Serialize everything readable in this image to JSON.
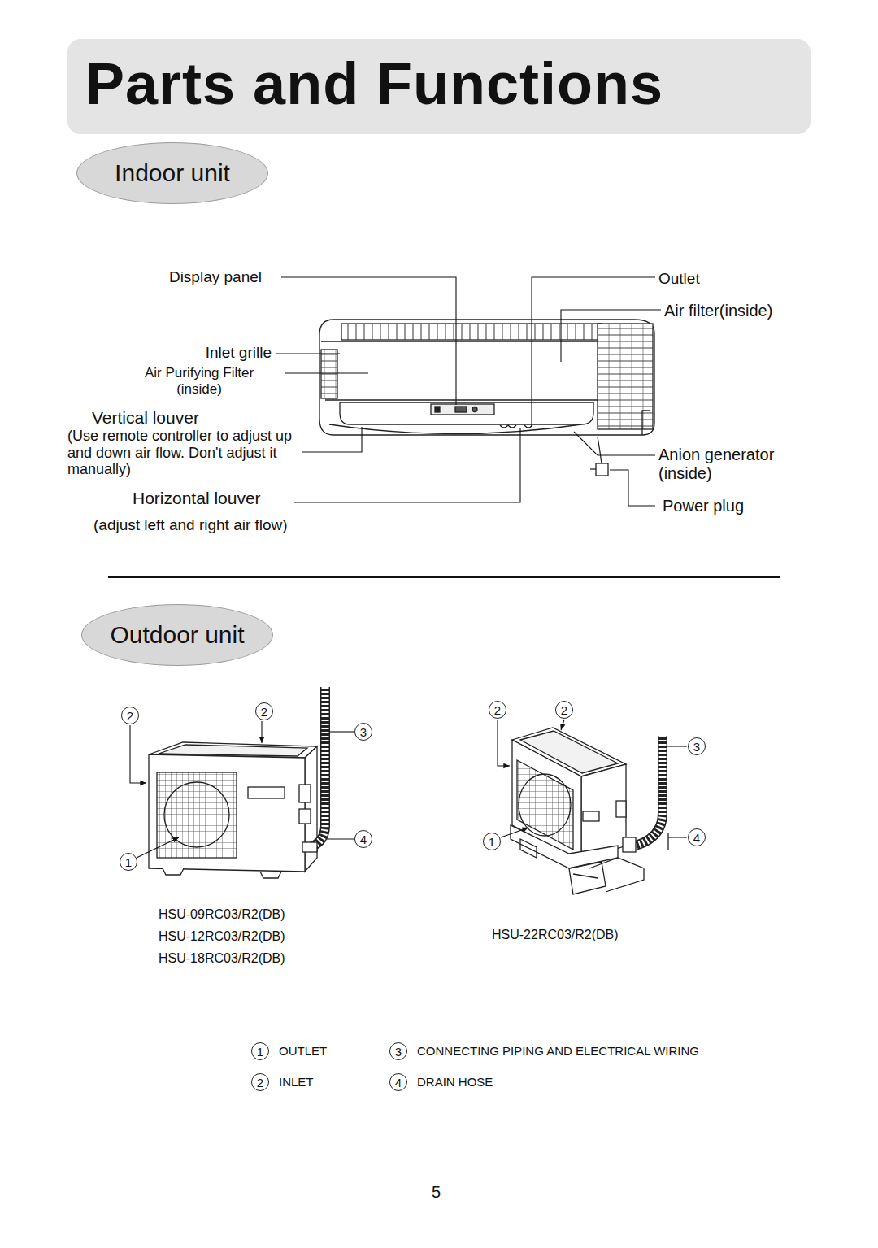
{
  "diagram": {
    "title": "Parts and Functions",
    "nodes": [
      {
        "text": [
          "Indoor unit"
        ]
      },
      {
        "text": [
          "Outdoor unit"
        ]
      },
      {
        "text": [
          "2"
        ]
      },
      {
        "text": [
          "2"
        ]
      },
      {
        "text": [
          "3"
        ]
      },
      {
        "text": [
          "4"
        ]
      },
      {
        "text": [
          "1"
        ]
      },
      {
        "text": [
          "2"
        ]
      },
      {
        "text": [
          "2"
        ]
      },
      {
        "text": [
          "3"
        ]
      },
      {
        "text": [
          "4"
        ]
      },
      {
        "text": [
          "1"
        ]
      },
      {
        "text": [
          "1"
        ]
      },
      {
        "text": [
          "3"
        ]
      },
      {
        "text": [
          "2"
        ]
      },
      {
        "text": [
          "4"
        ]
      }
    ],
    "labels": [
      "Display panel",
      "Outlet",
      "Air filter(inside)",
      "Inlet grille",
      "Air Purifying Filter (inside)",
      "Vertical louver",
      "(Use remote controller to adjust up and down air flow. Don't adjust it manually)",
      "Horizontal louver",
      "(adjust left and right air flow)",
      "Anion generator (inside)",
      "Power plug",
      "HSU-09RC03/R2(DB)",
      "HSU-12RC03/R2(DB)",
      "HSU-18RC03/R2(DB)",
      "HSU-22RC03/R2(DB)",
      "OUTLET",
      "CONNECTING PIPING AND ELECTRICAL WIRING",
      "INLET",
      "DRAIN HOSE",
      "5"
    ]
  }
}
